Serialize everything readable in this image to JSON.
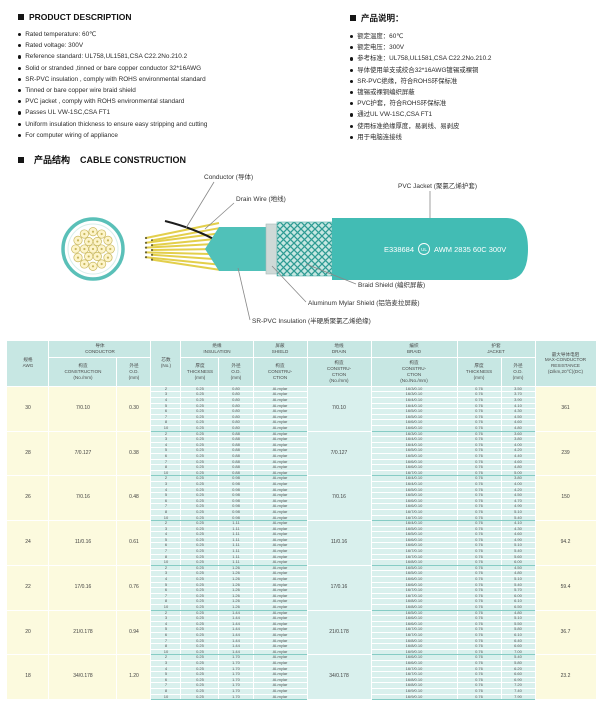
{
  "colors": {
    "accent_teal": "#42bcb4",
    "header_cell": "#c7e7e3",
    "cyan_cell": "#d9f0ed",
    "yellow_cell": "#fcfade",
    "conductor_yellow": "#e3cf4b"
  },
  "product_description": {
    "title": "PRODUCT DESCRIPTION",
    "items": [
      "Rated temperature: 60℃",
      "Rated voltage: 300V",
      "Reference standard: UL758,UL1581,CSA C22.2No.210.2",
      "Solid or stranded ,tinned or bare copper conductor 32*16AWG",
      "SR-PVC insulation , comply with ROHS environmental standard",
      "Tinned or bare copper wire braid shield",
      "PVC jacket , comply with ROHS environmental standard",
      "Passes UL VW-1SC,CSA FT1",
      "Uniform insulation thickness to ensure easy stripping and cutting",
      "For computer wiring of appliance"
    ]
  },
  "product_notes": {
    "title": "产品说明：",
    "items": [
      "额定温度：60℃",
      "额定电压：300V",
      "参考标准：UL758,UL1581,CSA C22.2No.210.2",
      "导体使用单支或绞合32*16AWG镀锡或裸铜",
      "SR-PVC绝缘，符合ROHS环保标准",
      "镀锡或裸铜编织屏蔽",
      "PVC护套，符合ROHS环保标准",
      "通过UL VW-1SC,CSA FT1",
      "使用标准绝缘厚度，易剥线、易剥皮",
      "用于电脑连接线"
    ]
  },
  "construction": {
    "title_cn": "产品结构",
    "title_en": "CABLE CONSTRUCTION",
    "labels": {
      "conductor": "Conductor (导体)",
      "drain": "Drain Wire (地线)",
      "jacket": "PVC Jacket (聚氯乙烯护套)",
      "braid": "Braid Shield (编织屏蔽)",
      "al_mylar": "Aluminum Mylar Shield (铝箔麦拉屏蔽)",
      "insulation": "SR-PVC Insulation (半硬质聚氯乙烯绝缘)"
    },
    "jacket_print": {
      "left": "E338684",
      "ul": "UL",
      "right": "AWM 2835 60C 300V"
    }
  },
  "table": {
    "headers": {
      "awg": "规格\nAWG",
      "conductor": "导体\nCONDUCTOR",
      "construction": "构造\nCONSTRUCTION\n(No./mm)",
      "od": "外径\nO.D.\n(mm)",
      "cores": "芯数\n(No.)",
      "insulation": "绝缘\nINSULATION",
      "thickness": "厚度\nTHICKNESS\n(mm)",
      "od2": "外径\nO.D.\n(mm)",
      "shield": "屏蔽\nSHIELD",
      "shield_constru": "构造\nCONSTRU-\nCTION",
      "drain": "地线\nDRAIN",
      "drain_constru": "构造\nCONSTRU-\nCTION\n(No./mm)",
      "braid": "编织\nBRAID",
      "braid_constru": "构造\nCONSTRU-\nCTION\n(No./No./mm)",
      "jacket": "护套\nJACKET",
      "jacket_thickness": "厚度\nTHICKNESS\n(mm)",
      "od3": "外径\nO.D.\n(mm)",
      "resistance": "最大导体电阻\nMAX-CONDUCTOR\nRESISTANCE\n(Ω/km,20℃)(DC)"
    },
    "groups": [
      {
        "awg": "30",
        "construction": "7/0.10",
        "od": "0.30",
        "drain": "7/0.10",
        "resistance": "361",
        "rows": [
          [
            "2",
            "0.25",
            "0.80",
            "Al-mylar",
            "16/3/0.10",
            "0.76",
            "3.50"
          ],
          [
            "3",
            "0.25",
            "0.80",
            "Al-mylar",
            "16/3/0.10",
            "0.76",
            "3.70"
          ],
          [
            "4",
            "0.25",
            "0.80",
            "Al-mylar",
            "16/4/0.10",
            "0.76",
            "3.90"
          ],
          [
            "5",
            "0.25",
            "0.80",
            "Al-mylar",
            "16/4/0.10",
            "0.76",
            "4.10"
          ],
          [
            "6",
            "0.25",
            "0.80",
            "Al-mylar",
            "16/5/0.10",
            "0.76",
            "4.30"
          ],
          [
            "7",
            "0.25",
            "0.80",
            "Al-mylar",
            "16/5/0.10",
            "0.76",
            "4.50"
          ],
          [
            "8",
            "0.25",
            "0.80",
            "Al-mylar",
            "16/6/0.10",
            "0.76",
            "4.60"
          ],
          [
            "10",
            "0.25",
            "0.80",
            "Al-mylar",
            "16/6/0.10",
            "0.76",
            "4.80"
          ]
        ]
      },
      {
        "awg": "28",
        "construction": "7/0.127",
        "od": "0.38",
        "drain": "7/0.127",
        "resistance": "239",
        "rows": [
          [
            "2",
            "0.25",
            "0.88",
            "Al-mylar",
            "16/3/0.10",
            "0.76",
            "3.60"
          ],
          [
            "3",
            "0.25",
            "0.88",
            "Al-mylar",
            "16/4/0.10",
            "0.76",
            "3.80"
          ],
          [
            "4",
            "0.25",
            "0.88",
            "Al-mylar",
            "16/4/0.10",
            "0.76",
            "4.00"
          ],
          [
            "5",
            "0.25",
            "0.88",
            "Al-mylar",
            "16/5/0.10",
            "0.76",
            "4.20"
          ],
          [
            "6",
            "0.25",
            "0.88",
            "Al-mylar",
            "16/5/0.10",
            "0.76",
            "4.40"
          ],
          [
            "7",
            "0.25",
            "0.88",
            "Al-mylar",
            "16/6/0.10",
            "0.76",
            "4.60"
          ],
          [
            "8",
            "0.25",
            "0.88",
            "Al-mylar",
            "16/6/0.10",
            "0.76",
            "4.80"
          ],
          [
            "10",
            "0.25",
            "0.88",
            "Al-mylar",
            "16/7/0.10",
            "0.76",
            "5.00"
          ]
        ]
      },
      {
        "awg": "26",
        "construction": "7/0.16",
        "od": "0.48",
        "drain": "7/0.16",
        "resistance": "150",
        "rows": [
          [
            "2",
            "0.25",
            "0.98",
            "Al-mylar",
            "16/4/0.10",
            "0.76",
            "3.80"
          ],
          [
            "3",
            "0.25",
            "0.98",
            "Al-mylar",
            "16/4/0.10",
            "0.76",
            "4.00"
          ],
          [
            "4",
            "0.25",
            "0.98",
            "Al-mylar",
            "16/5/0.10",
            "0.76",
            "4.20"
          ],
          [
            "5",
            "0.25",
            "0.98",
            "Al-mylar",
            "16/5/0.10",
            "0.76",
            "4.50"
          ],
          [
            "6",
            "0.25",
            "0.98",
            "Al-mylar",
            "16/6/0.10",
            "0.76",
            "4.70"
          ],
          [
            "7",
            "0.25",
            "0.98",
            "Al-mylar",
            "16/6/0.10",
            "0.76",
            "4.90"
          ],
          [
            "8",
            "0.25",
            "0.98",
            "Al-mylar",
            "16/7/0.10",
            "0.76",
            "5.10"
          ],
          [
            "10",
            "0.25",
            "0.98",
            "Al-mylar",
            "16/7/0.10",
            "0.76",
            "5.40"
          ]
        ]
      },
      {
        "awg": "24",
        "construction": "11/0.16",
        "od": "0.61",
        "drain": "11/0.16",
        "resistance": "94.2",
        "rows": [
          [
            "2",
            "0.25",
            "1.11",
            "Al-mylar",
            "16/4/0.10",
            "0.76",
            "4.10"
          ],
          [
            "3",
            "0.25",
            "1.11",
            "Al-mylar",
            "16/5/0.10",
            "0.76",
            "4.30"
          ],
          [
            "4",
            "0.25",
            "1.11",
            "Al-mylar",
            "16/5/0.10",
            "0.76",
            "4.60"
          ],
          [
            "5",
            "0.25",
            "1.11",
            "Al-mylar",
            "16/6/0.10",
            "0.76",
            "4.90"
          ],
          [
            "6",
            "0.25",
            "1.11",
            "Al-mylar",
            "16/6/0.10",
            "0.76",
            "5.10"
          ],
          [
            "7",
            "0.25",
            "1.11",
            "Al-mylar",
            "16/7/0.10",
            "0.76",
            "5.40"
          ],
          [
            "8",
            "0.25",
            "1.11",
            "Al-mylar",
            "16/7/0.10",
            "0.76",
            "5.60"
          ],
          [
            "10",
            "0.25",
            "1.11",
            "Al-mylar",
            "16/8/0.10",
            "0.76",
            "6.00"
          ]
        ]
      },
      {
        "awg": "22",
        "construction": "17/0.16",
        "od": "0.76",
        "drain": "17/0.16",
        "resistance": "59.4",
        "rows": [
          [
            "2",
            "0.25",
            "1.26",
            "Al-mylar",
            "16/5/0.10",
            "0.76",
            "4.50"
          ],
          [
            "3",
            "0.25",
            "1.26",
            "Al-mylar",
            "16/5/0.10",
            "0.76",
            "4.80"
          ],
          [
            "4",
            "0.25",
            "1.26",
            "Al-mylar",
            "16/6/0.10",
            "0.76",
            "5.10"
          ],
          [
            "5",
            "0.25",
            "1.26",
            "Al-mylar",
            "16/6/0.10",
            "0.76",
            "5.40"
          ],
          [
            "6",
            "0.25",
            "1.26",
            "Al-mylar",
            "16/7/0.10",
            "0.76",
            "5.70"
          ],
          [
            "7",
            "0.25",
            "1.26",
            "Al-mylar",
            "16/7/0.10",
            "0.76",
            "6.00"
          ],
          [
            "8",
            "0.25",
            "1.26",
            "Al-mylar",
            "16/8/0.10",
            "0.76",
            "6.10"
          ],
          [
            "10",
            "0.25",
            "1.26",
            "Al-mylar",
            "16/8/0.10",
            "0.76",
            "6.50"
          ]
        ]
      },
      {
        "awg": "20",
        "construction": "21/0.178",
        "od": "0.94",
        "drain": "21/0.178",
        "resistance": "36.7",
        "rows": [
          [
            "2",
            "0.25",
            "1.44",
            "Al-mylar",
            "16/5/0.10",
            "0.76",
            "4.80"
          ],
          [
            "3",
            "0.25",
            "1.44",
            "Al-mylar",
            "16/6/0.10",
            "0.76",
            "5.10"
          ],
          [
            "4",
            "0.25",
            "1.44",
            "Al-mylar",
            "16/6/0.10",
            "0.76",
            "5.50"
          ],
          [
            "5",
            "0.25",
            "1.44",
            "Al-mylar",
            "16/7/0.10",
            "0.76",
            "5.80"
          ],
          [
            "6",
            "0.25",
            "1.44",
            "Al-mylar",
            "16/7/0.10",
            "0.76",
            "6.10"
          ],
          [
            "7",
            "0.25",
            "1.44",
            "Al-mylar",
            "16/8/0.10",
            "0.76",
            "6.40"
          ],
          [
            "8",
            "0.25",
            "1.44",
            "Al-mylar",
            "16/8/0.10",
            "0.76",
            "6.60"
          ],
          [
            "10",
            "0.25",
            "1.44",
            "Al-mylar",
            "16/9/0.10",
            "0.76",
            "7.00"
          ]
        ]
      },
      {
        "awg": "18",
        "construction": "34/0.178",
        "od": "1.20",
        "drain": "34/0.178",
        "resistance": "23.2",
        "rows": [
          [
            "2",
            "0.25",
            "1.70",
            "Al-mylar",
            "16/6/0.10",
            "0.76",
            "5.40"
          ],
          [
            "3",
            "0.25",
            "1.70",
            "Al-mylar",
            "16/6/0.10",
            "0.76",
            "5.80"
          ],
          [
            "4",
            "0.25",
            "1.70",
            "Al-mylar",
            "16/7/0.10",
            "0.76",
            "6.20"
          ],
          [
            "5",
            "0.25",
            "1.70",
            "Al-mylar",
            "16/7/0.10",
            "0.76",
            "6.60"
          ],
          [
            "6",
            "0.25",
            "1.70",
            "Al-mylar",
            "16/8/0.10",
            "0.76",
            "6.90"
          ],
          [
            "7",
            "0.25",
            "1.70",
            "Al-mylar",
            "16/8/0.10",
            "0.76",
            "7.20"
          ],
          [
            "8",
            "0.25",
            "1.70",
            "Al-mylar",
            "16/9/0.10",
            "0.76",
            "7.40"
          ],
          [
            "10",
            "0.25",
            "1.70",
            "Al-mylar",
            "16/9/0.10",
            "0.76",
            "7.90"
          ]
        ]
      }
    ]
  }
}
